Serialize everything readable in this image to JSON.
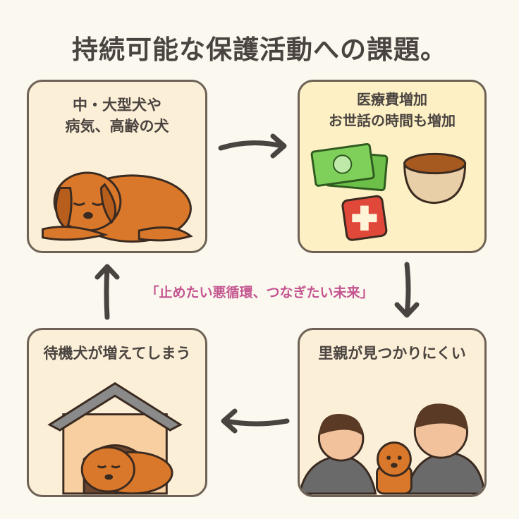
{
  "title": "持続可能な保護活動への課題。",
  "slogan": "「止めたい悪循環、つなぎたい未来」",
  "boxes": [
    {
      "lines": [
        "中・大型犬や",
        "病気、高齢の犬"
      ]
    },
    {
      "lines": [
        "医療費増加",
        "お世話の時間も増加"
      ]
    },
    {
      "lines": [
        "待機犬が増えてしまう"
      ]
    },
    {
      "lines": [
        "里親が見つかりにくい"
      ]
    }
  ],
  "colors": {
    "background": "#fbf8ef",
    "accent": "#c45590",
    "dog": "#d9782a",
    "border": "#6e6256"
  }
}
